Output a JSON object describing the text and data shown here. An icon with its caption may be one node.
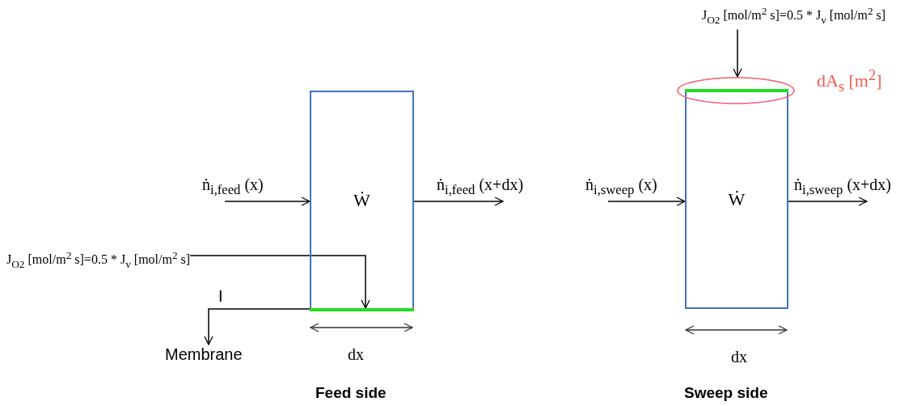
{
  "diagram": {
    "nodes": [
      {
        "text": [
          "Ẇ"
        ]
      },
      {
        "text": [],
        "shape": "bar",
        "in": 0
      },
      {
        "text": [
          "J$_{O2}$ [mol/m$^{2}$ s]=0.5 * J$_{v}$ [mol/m$^{2}$ s]"
        ]
      },
      {
        "text": [
          "Membrane"
        ]
      },
      {
        "text": [
          "Ẇ"
        ]
      },
      {
        "text": [],
        "shape": "bar"
      },
      {
        "text": [],
        "shape": "ellipse",
        "beside": [
          "dA$_{s}$ [m$^{2}$]"
        ]
      },
      {
        "text": [
          "J$_{O2}$ [mol/m$^{2}$ s]=0.5 * J$_{v}$ [mol/m$^{2}$ s]"
        ]
      }
    ],
    "edges": [
      {
        "from": null,
        "to": 0,
        "arrow": "to",
        "label": "ṅ$_{i,feed}$ (x)"
      },
      {
        "from": 0,
        "to": null,
        "arrow": "to",
        "label": "ṅ$_{i,feed}$ (x+dx)"
      },
      {
        "from": 2,
        "to": 1,
        "arrow": "to"
      },
      {
        "from": 1,
        "to": 3,
        "arrow": "to"
      },
      {
        "from": null,
        "to": 4,
        "arrow": "to",
        "label": "ṅ$_{i,sweep}$ (x)"
      },
      {
        "from": 4,
        "to": null,
        "arrow": "to",
        "label": "ṅ$_{i,sweep}$ (x+dx)"
      },
      {
        "from": 7,
        "to": 6,
        "arrow": "to"
      }
    ],
    "labels": [
      "I",
      "dx",
      "Feed side",
      "dx",
      "Sweep side"
    ]
  }
}
